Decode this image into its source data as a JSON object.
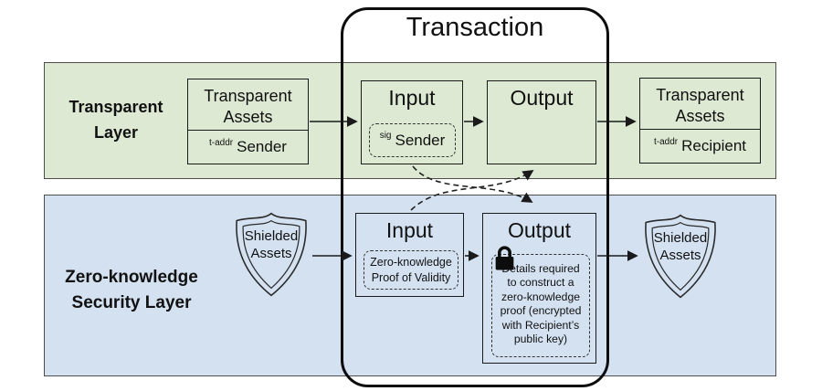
{
  "title": "Transaction",
  "layers": {
    "transparent": {
      "label": "Transparent Layer",
      "assets_in": {
        "title": "Transparent Assets",
        "addr_prefix": "t-addr",
        "addr_holder": "Sender"
      },
      "input": {
        "title": "Input",
        "sig_prefix": "sig",
        "sig_holder": "Sender"
      },
      "output": {
        "title": "Output"
      },
      "assets_out": {
        "title": "Transparent Assets",
        "addr_prefix": "t-addr",
        "addr_holder": "Recipient"
      }
    },
    "zk": {
      "label": "Zero-knowledge Security Layer",
      "shield_in": {
        "label": "Shielded Assets"
      },
      "input": {
        "title": "Input",
        "note": "Zero-knowledge Proof of Validity"
      },
      "output": {
        "title": "Output",
        "note": "Details required to construct a zero-knowledge proof (encrypted with Recipient’s public key)"
      },
      "shield_out": {
        "label": "Shielded Assets"
      }
    }
  },
  "colors": {
    "transparent_band": "#dde9d3",
    "zk_band": "#d4e1f1",
    "band_border": "#4d4d4d",
    "box_border": "#1a1a1a",
    "frame_border": "#0d0d0d"
  }
}
